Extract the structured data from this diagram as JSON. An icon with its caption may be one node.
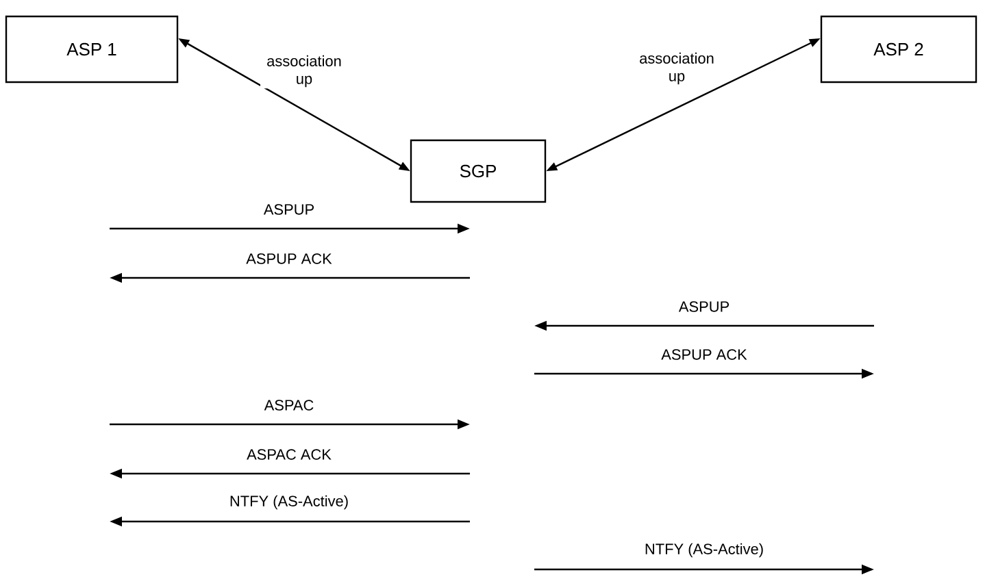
{
  "diagram": {
    "nodes": [
      {
        "text": [
          "ASP 1"
        ]
      },
      {
        "text": [
          "SGP"
        ]
      },
      {
        "text": [
          "ASP 2"
        ]
      }
    ],
    "edges": [
      {
        "from": 0,
        "to": 1,
        "arrow": "both",
        "label": "association up"
      },
      {
        "from": 1,
        "to": 2,
        "arrow": "both",
        "label": "association up"
      }
    ],
    "labels": [
      "ASPUP",
      "ASPUP ACK",
      "ASPUP",
      "ASPUP ACK",
      "ASPAC",
      "ASPAC ACK",
      "NTFY (AS-Active)",
      "NTFY (AS-Active)"
    ]
  }
}
